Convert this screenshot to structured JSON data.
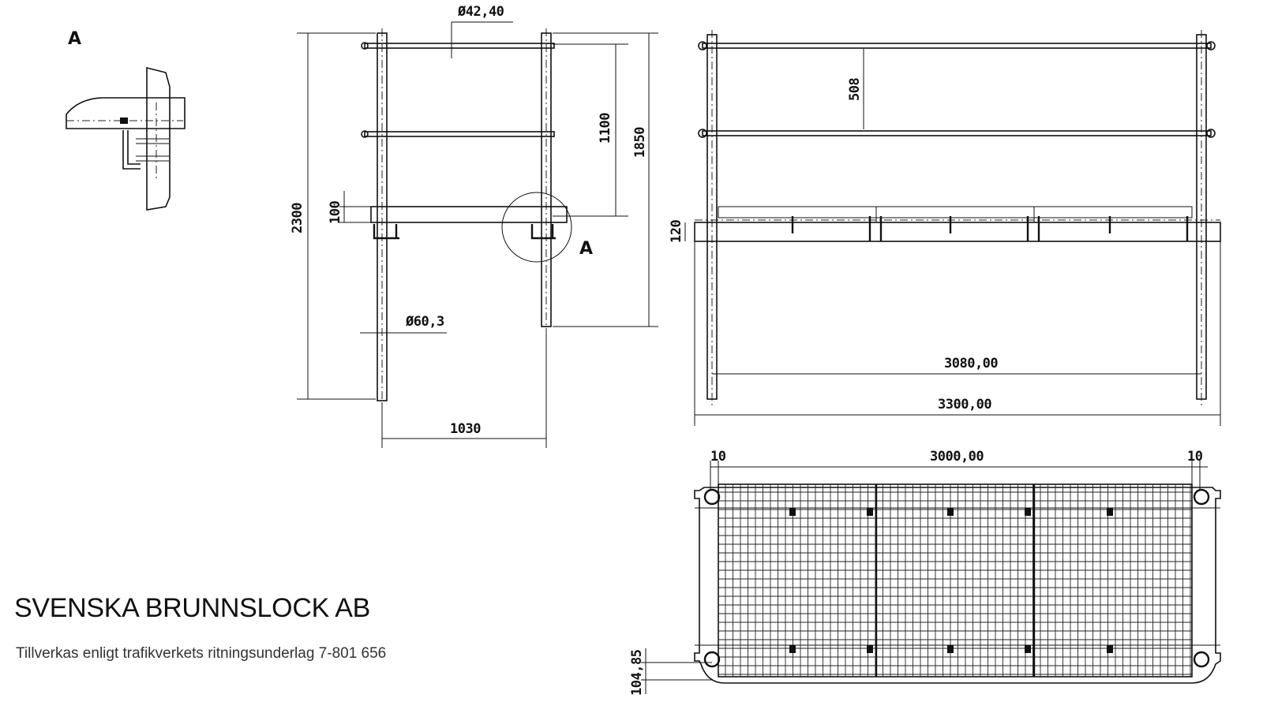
{
  "detail_label": "A",
  "callout_label": "A",
  "side_view": {
    "dims": {
      "rail_diameter": "Ø42,40",
      "post_diameter": "Ø60,3",
      "height_total": "2300",
      "height_rail": "1850",
      "height_top": "1100",
      "step": "100",
      "width": "1030"
    }
  },
  "front_view": {
    "dims": {
      "rail_spacing": "508",
      "platform": "120",
      "inner_width": "3080,00",
      "outer_width": "3300,00"
    }
  },
  "plan_view": {
    "dims": {
      "left_gap": "10",
      "grating_width": "3000,00",
      "right_gap": "10",
      "edge": "104,85"
    }
  },
  "company": "SVENSKA BRUNNSLOCK AB",
  "subtitle": "Tillverkas enligt trafikverkets ritningsunderlag 7-801 656"
}
